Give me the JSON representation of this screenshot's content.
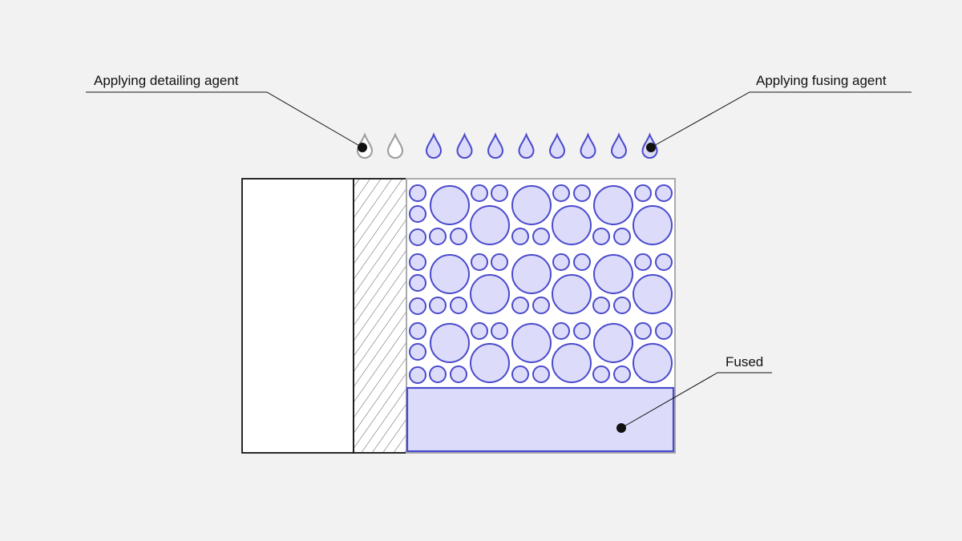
{
  "labels": {
    "detailing_agent": "Applying detailing agent",
    "fusing_agent": "Applying fusing agent",
    "fused": "Fused"
  },
  "colors": {
    "background": "#f2f2f2",
    "powder_fill": "#dcdcfa",
    "powder_stroke": "#4a4acc",
    "detailing_drop_stroke": "#9a9a9a",
    "leader_line": "#111111",
    "fused_fill": "#dcdcfa"
  },
  "drops": {
    "detailing_count": 2,
    "fusing_count": 8
  },
  "particle_rows": 3,
  "icons": [
    "detailing-drop-icon",
    "fusing-drop-icon",
    "powder-particle-icon"
  ]
}
